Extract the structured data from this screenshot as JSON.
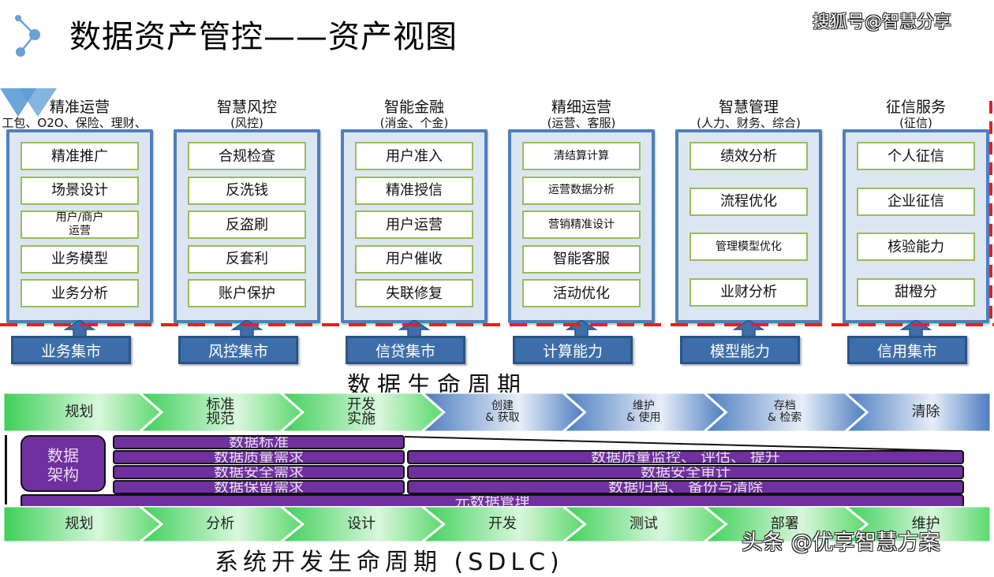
{
  "header": {
    "title": "数据资产管控——资产视图",
    "logo_icon": "connected-nodes-icon",
    "watermark": "搜狐号@智慧分享"
  },
  "columns": [
    {
      "title": "精准运营",
      "subtitle_lines": [
        "工包、O2O、保险、理财、",
        "无线、橙分期）"
      ],
      "items": [
        "精准推广",
        "场景设计",
        "用户/商户\n运营",
        "业务模型",
        "业务分析"
      ],
      "market": "业务集市"
    },
    {
      "title": "智慧风控",
      "subtitle_lines": [
        "(风控)"
      ],
      "items": [
        "合规检查",
        "反洗钱",
        "反盗刷",
        "反套利",
        "账户保护"
      ],
      "market": "风控集市"
    },
    {
      "title": "智能金融",
      "subtitle_lines": [
        "(消金、个金)"
      ],
      "items": [
        "用户准入",
        "精准授信",
        "用户运营",
        "用户催收",
        "失联修复"
      ],
      "market": "信贷集市"
    },
    {
      "title": "精细运营",
      "subtitle_lines": [
        "(运营、客服)"
      ],
      "items": [
        "清结算计算",
        "运营数据分析",
        "营销精准设计",
        "智能客服",
        "活动优化"
      ],
      "market": "计算能力"
    },
    {
      "title": "智慧管理",
      "subtitle_lines": [
        "(人力、财务、综合)"
      ],
      "items": [
        "绩效分析",
        "流程优化",
        "管理模型优化",
        "业财分析"
      ],
      "market": "模型能力"
    },
    {
      "title": "征信服务",
      "subtitle_lines": [
        "(征信)"
      ],
      "items": [
        "个人征信",
        "企业征信",
        "核验能力",
        "甜橙分"
      ],
      "market": "信用集市"
    }
  ],
  "data_lifecycle": {
    "title": "数据生命周期",
    "stages": [
      {
        "label": "规划",
        "color": "green"
      },
      {
        "label": "标准\n规范",
        "color": "green"
      },
      {
        "label": "开发\n实施",
        "color": "green"
      },
      {
        "label": "创建\n& 获取",
        "color": "blue"
      },
      {
        "label": "维护\n& 使用",
        "color": "blue"
      },
      {
        "label": "存档\n& 检索",
        "color": "blue"
      },
      {
        "label": "清除",
        "color": "blue"
      }
    ]
  },
  "data_architecture": {
    "label": "数据\n架构",
    "left_bars": [
      "数据标准",
      "数据质量需求",
      "数据安全需求",
      "数据保留需求"
    ],
    "right_bars": [
      "数据质量监控、 评估、 提升",
      "数据安全审计",
      "数据归档、 备份与清除"
    ],
    "metadata_bar": "元数据管理"
  },
  "sdlc": {
    "title": "系统开发生命周期 (SDLC)",
    "stages": [
      "规划",
      "分析",
      "设计",
      "开发",
      "测试",
      "部署",
      "维护"
    ]
  },
  "footer": {
    "watermark": "头条 @优享智慧方案"
  },
  "colors": {
    "column_border": "#4f7fbe",
    "column_fill": "#dce6f2",
    "item_border": "#9bbb59",
    "market_fill": "#3e6ea9",
    "divider_red": "#ee1c1c",
    "purple": "#7030a0",
    "chevron_green": "#4fd665",
    "chevron_blue": "#4f7fbe"
  }
}
